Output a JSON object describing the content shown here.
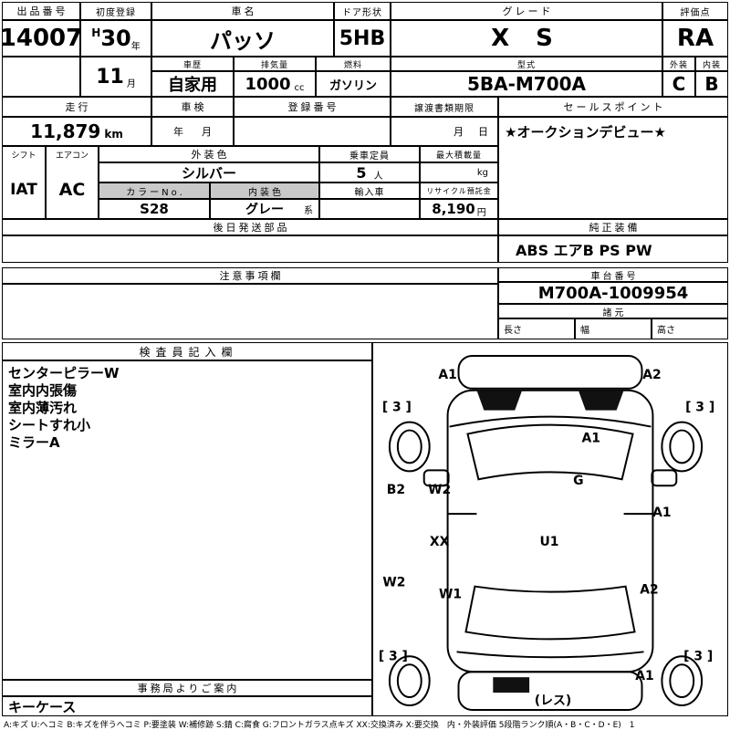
{
  "top": {
    "auction_no_label": "出品番号",
    "auction_no": "14007",
    "first_reg_label": "初度登録",
    "era": "H",
    "reg_year": "30",
    "year_suffix": "年",
    "reg_month": "11",
    "month_suffix": "月",
    "car_name_label": "車名",
    "car_name": "パッソ",
    "door_label": "ドア形状",
    "door": "5HB",
    "grade_label": "グレード",
    "grade": "X S",
    "score_label": "評価点",
    "score": "RA",
    "history_label": "車歴",
    "history": "自家用",
    "displacement_label": "排気量",
    "displacement": "1000",
    "displacement_unit": "cc",
    "fuel_label": "燃料",
    "fuel": "ガソリン",
    "model_label": "型式",
    "model": "5BA-M700A",
    "exterior_label": "外装",
    "exterior_score": "C",
    "interior_label": "内装",
    "interior_score": "B"
  },
  "row2": {
    "mileage_label": "走行",
    "mileage": "11,879",
    "mileage_unit": "km",
    "inspection_label": "車検",
    "inspection_year": "年",
    "inspection_month": "月",
    "reg_no_label": "登録番号",
    "transfer_label": "譲渡書類期限",
    "transfer_month": "月",
    "transfer_day": "日",
    "sales_point_label": "セールスポイント",
    "sales_point": "★オークションデビュー★"
  },
  "row3": {
    "shift_label": "シフト",
    "shift": "IAT",
    "aircon_label": "エアコン",
    "aircon": "AC",
    "ext_color_label": "外装色",
    "ext_color": "シルバー",
    "color_no_label": "カラーNo.",
    "color_no": "S28",
    "int_color_label": "内装色",
    "int_color": "グレー",
    "int_color_suffix": "系",
    "capacity_label": "乗車定員",
    "capacity": "5",
    "capacity_unit": "人",
    "max_load_label": "最大積載量",
    "max_load_unit": "kg",
    "import_label": "輸入車",
    "recycle_label": "リサイクル預託金",
    "recycle_value": "8,190",
    "recycle_unit": "円"
  },
  "row4": {
    "later_parts_label": "後日発送部品",
    "equipment_label": "純正装備",
    "equipment": "ABS エアB PS PW"
  },
  "row5": {
    "notes_label": "注意事項欄",
    "chassis_label": "車台番号",
    "chassis_no": "M700A-1009954",
    "spec_label": "諸元",
    "length_label": "長さ",
    "width_label": "幅",
    "height_label": "高さ"
  },
  "inspector": {
    "label": "検査員記入欄",
    "notes": [
      "センターピラーW",
      "室内内張傷",
      "室内薄汚れ",
      "シートすれ小",
      "ミラーA"
    ]
  },
  "office": {
    "label": "事務局よりご案内",
    "note": "キーケース"
  },
  "diagram": {
    "marks": [
      "A1",
      "A2",
      "[ 3 ]",
      "[ 3 ]",
      "A1",
      "B2",
      "W2",
      "G",
      "A1",
      "XX",
      "U1",
      "W2",
      "W1",
      "A2",
      "[ 3 ]",
      "[ 3 ]",
      "A1",
      "(レス)"
    ]
  },
  "legend": "A:キズ U:ヘコミ B:キズを伴うヘコミ P:要塗装 W:補修跡 S:錆 C:腐食 G:フロントガラス点キズ XX:交換済み X:要交換　内・外装評価 5段階ランク順(A・B・C・D・E)　1"
}
